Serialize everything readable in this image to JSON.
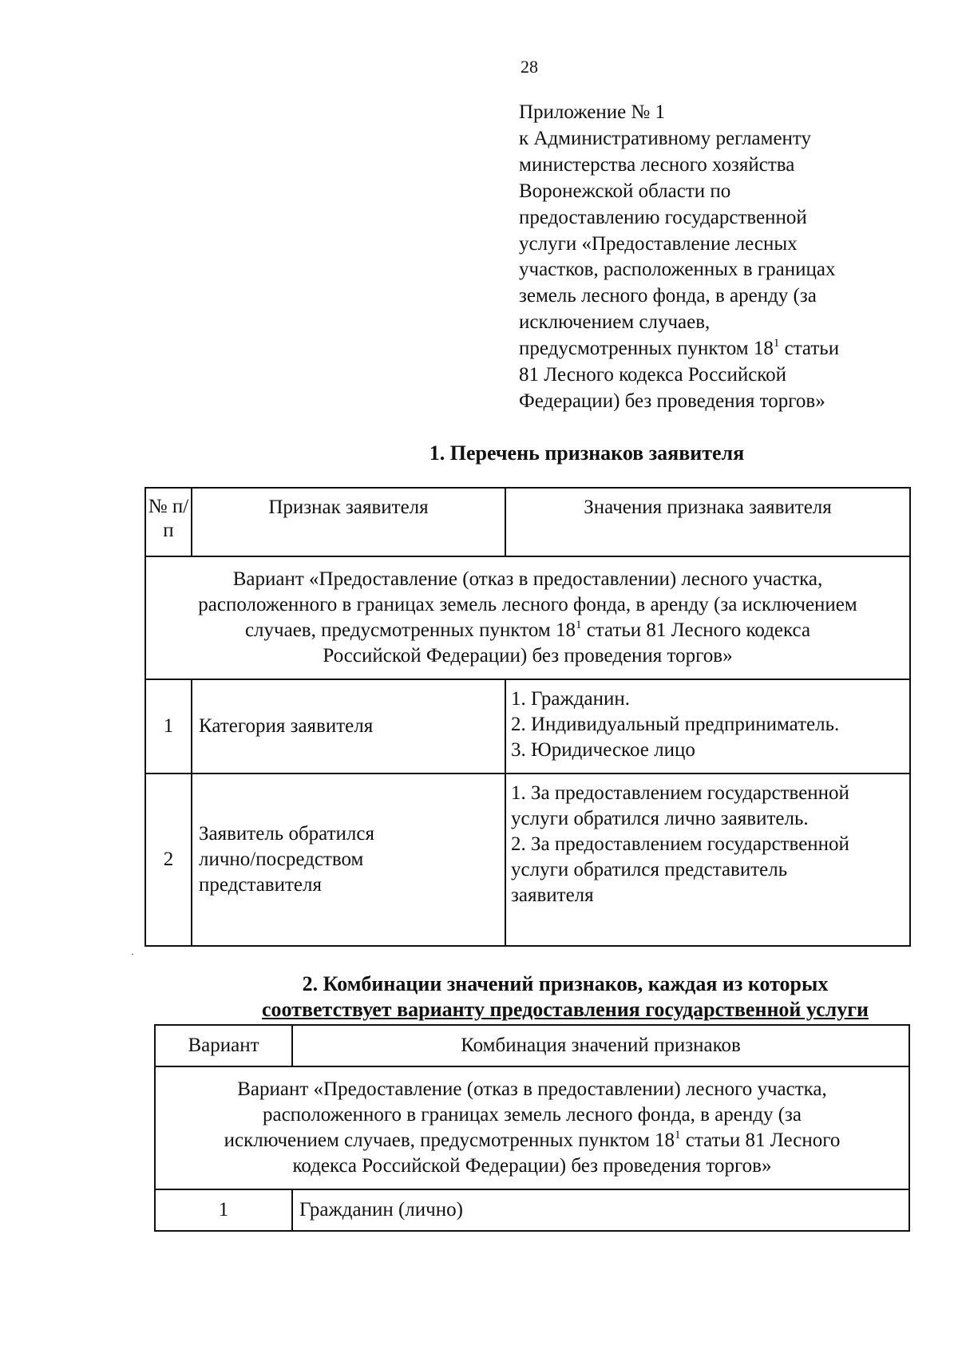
{
  "page_number": "28",
  "appendix_lines": [
    "Приложение № 1",
    "к Административному регламенту",
    "министерства лесного хозяйства",
    "Воронежской области по",
    "предоставлению государственной",
    "услуги «Предоставление лесных",
    "участков, расположенных в границах",
    "земель лесного фонда, в аренду (за",
    "исключением случаев,"
  ],
  "appendix_line_10": {
    "before": "предусмотренных пунктом 18",
    "sup": "1",
    "after": " статьи"
  },
  "appendix_tail_lines": [
    "81 Лесного кодекса Российской",
    "Федерации) без проведения торгов»"
  ],
  "section1": {
    "title": "1. Перечень признаков заявителя",
    "headers": {
      "num": "№ п/п",
      "feature": "Признак заявителя",
      "values": "Значения признака заявителя"
    },
    "variant_lines": {
      "l1": "Вариант «Предоставление (отказ в предоставлении) лесного участка,",
      "l2": "расположенного в границах земель лесного фонда, в аренду (за исключением",
      "l3_before": "случаев, предусмотренных пунктом 18",
      "l3_sup": "1",
      "l3_after": " статьи 81 Лесного кодекса",
      "l4": "Российской Федерации) без проведения торгов»"
    },
    "rows": [
      {
        "num": "1",
        "feature_lines": [
          "Категория заявителя"
        ],
        "value_lines": [
          "1. Гражданин.",
          "2. Индивидуальный предприниматель.",
          "3. Юридическое лицо"
        ]
      },
      {
        "num": "2",
        "feature_lines": [
          "Заявитель обратился",
          "лично/посредством",
          "представителя"
        ],
        "value_lines": [
          "1. За предоставлением государственной",
          "услуги обратился лично заявитель.",
          "2. За предоставлением государственной",
          "услуги обратился представитель",
          "заявителя"
        ]
      }
    ]
  },
  "section2": {
    "title_line1": "2. Комбинации значений признаков, каждая из которых",
    "title_line2": "соответствует варианту предоставления государственной услуги",
    "headers": {
      "variant": "Вариант",
      "combination": "Комбинация значений признаков"
    },
    "variant_lines": {
      "l1": "Вариант «Предоставление (отказ в предоставлении) лесного участка,",
      "l2": "расположенного в границах земель лесного фонда, в аренду (за",
      "l3_before": "исключением случаев, предусмотренных пунктом 18",
      "l3_sup": "1",
      "l3_after": " статьи 81 Лесного",
      "l4": "кодекса Российской Федерации) без проведения торгов»"
    },
    "rows": [
      {
        "num": "1",
        "combination": "Гражданин (лично)"
      }
    ]
  }
}
